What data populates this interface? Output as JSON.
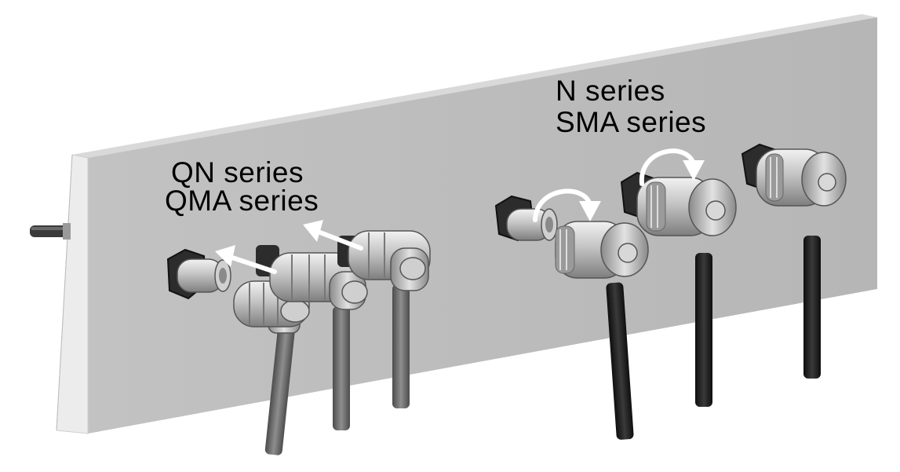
{
  "labels": {
    "quick_group": [
      "QN series",
      "QMA series"
    ],
    "threaded_group": [
      "N series",
      "SMA series"
    ]
  },
  "colors": {
    "panel_face": "#bcbcbc",
    "panel_edge": "#e6e6e6",
    "connector_metal": "#b9b9b9",
    "grey_cable": "#6a6a6a",
    "black_cable": "#1a1a1a",
    "arrow": "#ffffff",
    "text": "#000000"
  },
  "icons": {
    "push_arrow": "straight-push-arrow",
    "twist_arrow": "curved-twist-arrow"
  }
}
